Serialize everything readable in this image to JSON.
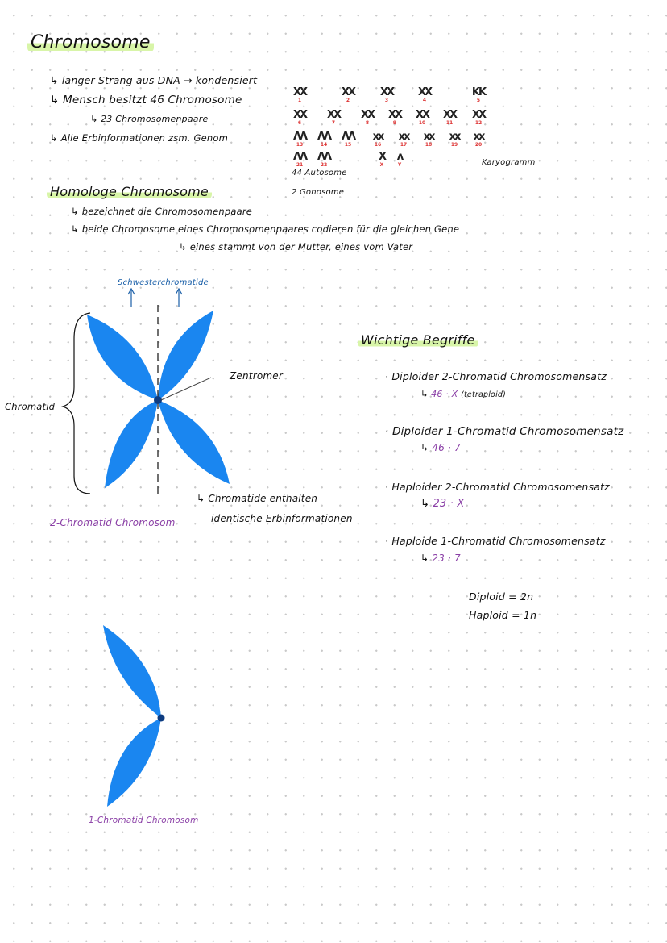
{
  "title": "Chromosome",
  "intro": [
    "↳ langer Strang aus DNA → kondensiert",
    "↳ Mensch besitzt 46 Chromosome",
    "↳ 23 Chromosomenpaare",
    "↳ Alle Erbinformationen zsm. Genom"
  ],
  "karyogram": {
    "rows": [
      [
        "1",
        "2",
        "3",
        "4",
        "5"
      ],
      [
        "6",
        "7",
        "8",
        "9",
        "10",
        "11",
        "12"
      ],
      [
        "13",
        "14",
        "15",
        "16",
        "17",
        "18",
        "19",
        "20"
      ],
      [
        "21",
        "22",
        "X",
        "Y"
      ]
    ],
    "label": "Karyogramm",
    "autosome": "44 Autosome",
    "gonosome": "2 Gonosome"
  },
  "homologe": {
    "heading": "Homologe Chromosome",
    "lines": [
      "↳ bezeichnet die Chromosomenpaare",
      "↳ beide Chromosome eines Chromosomenpaares codieren für die gleichen Gene",
      "↳ eines stammt von der Mutter, eines vom Vater"
    ]
  },
  "diagram2": {
    "schwester": "Schwesterchromatide",
    "chromatid": "Chromatid",
    "zentromer": "Zentromer",
    "note1": "↳ Chromatide enthalten",
    "note2": "identische Erbinformationen",
    "caption": "2-Chromatid Chromosom",
    "color": "#1a86f0"
  },
  "begriffe": {
    "heading": "Wichtige Begriffe",
    "items": [
      {
        "term": "· Diploider 2-Chromatid Chromosomensatz",
        "arrow": "↳",
        "value": "46 · X",
        "extra": "(tetraploid)"
      },
      {
        "term": "· Diploider 1-Chromatid Chromosomensatz",
        "arrow": "↳",
        "value": "46 · 7",
        "extra": ""
      },
      {
        "term": "· Haploider 2-Chromatid Chromosomensatz",
        "arrow": "↳",
        "value": "23 · X",
        "extra": ""
      },
      {
        "term": "· Haploide 1-Chromatid Chromosomensatz",
        "arrow": "↳",
        "value": "23 · 7",
        "extra": ""
      }
    ],
    "diploid": "Diploid = 2n",
    "haploid": "Haploid = 1n"
  },
  "diagram1": {
    "caption": "1-Chromatid Chromosom"
  }
}
